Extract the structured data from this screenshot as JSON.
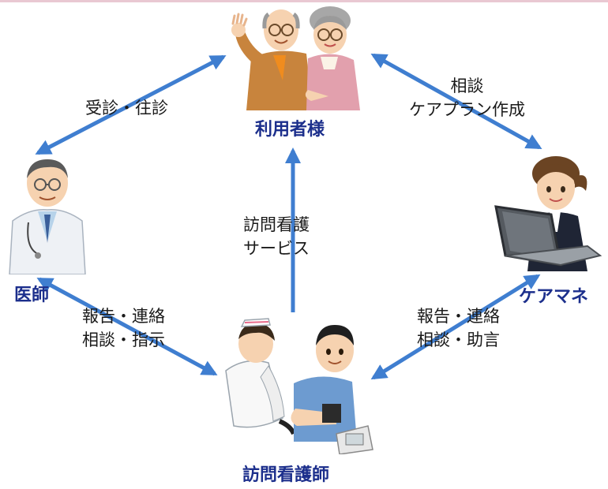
{
  "nodes": {
    "user": {
      "label": "利用者様",
      "icon": "elderly-couple-icon"
    },
    "doctor": {
      "label": "医師",
      "icon": "doctor-icon"
    },
    "care_manager": {
      "label": "ケアマネ",
      "icon": "care-manager-at-laptop-icon"
    },
    "nurse": {
      "label": "訪問看護師",
      "icon": "nurse-with-patient-icon"
    }
  },
  "edges": {
    "doctor_user": {
      "lines": [
        "受診・往診"
      ]
    },
    "user_care_manager": {
      "lines": [
        "相談",
        "ケアプラン作成"
      ]
    },
    "nurse_user": {
      "lines": [
        "訪問看護",
        "サービス"
      ]
    },
    "doctor_nurse": {
      "lines": [
        "報告・連絡",
        "相談・指示"
      ]
    },
    "care_manager_nurse": {
      "lines": [
        "報告・連絡",
        "相談・助言"
      ]
    }
  },
  "colors": {
    "arrow": "#3f7ed0",
    "node_label": "#1c2f8c",
    "edge_label": "#1a1a1a"
  }
}
